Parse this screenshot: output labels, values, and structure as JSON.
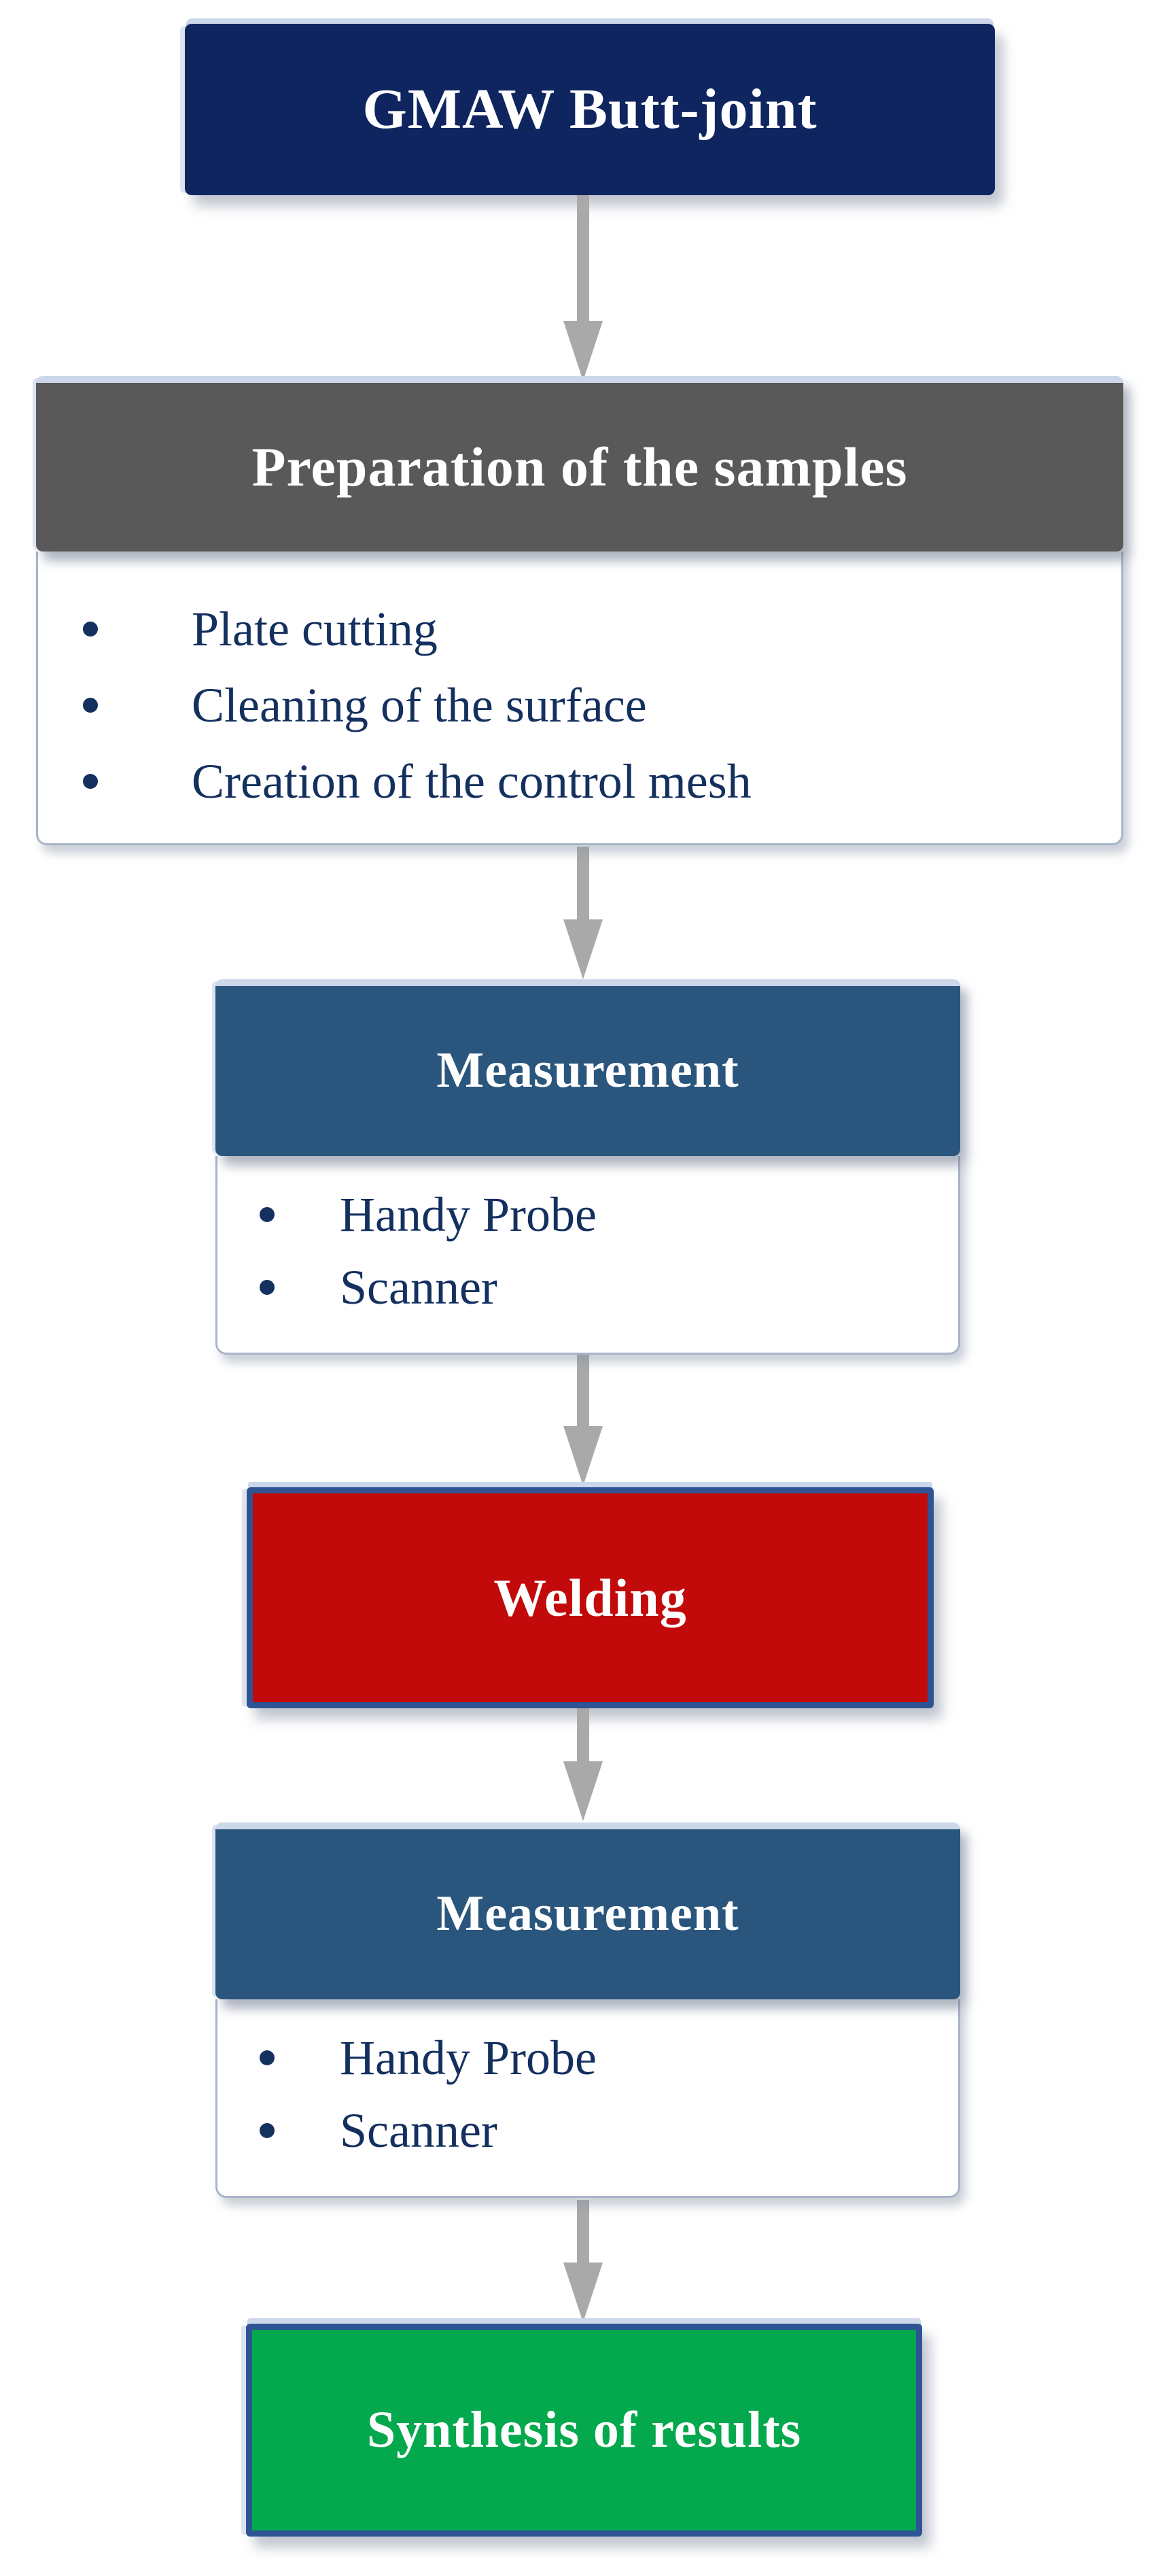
{
  "diagram": {
    "type": "flowchart",
    "direction": "top-down",
    "arrow": {
      "glyph": "down-arrow",
      "color": "#a9a9a9",
      "count": 5
    }
  },
  "nodes": [
    {
      "id": "gmaw-butt-joint",
      "kind": "box",
      "label": "GMAW Butt-joint",
      "fill": "#0f2560",
      "text_color": "#ffffff"
    },
    {
      "id": "preparation",
      "kind": "header-list",
      "header": "Preparation of the samples",
      "fill": "#595959",
      "text_color": "#ffffff",
      "items": [
        "Plate cutting",
        "Cleaning of the surface",
        "Creation of the control mesh"
      ]
    },
    {
      "id": "measurement-before-welding",
      "kind": "header-list",
      "header": "Measurement",
      "fill": "#2a567d",
      "text_color": "#ffffff",
      "items": [
        "Handy Probe",
        "Scanner"
      ]
    },
    {
      "id": "welding",
      "kind": "box",
      "label": "Welding",
      "fill": "#c20a0a",
      "border_color": "#2e5494",
      "text_color": "#ffffff"
    },
    {
      "id": "measurement-after-welding",
      "kind": "header-list",
      "header": "Measurement",
      "fill": "#2a567d",
      "text_color": "#ffffff",
      "items": [
        "Handy Probe",
        "Scanner"
      ]
    },
    {
      "id": "synthesis",
      "kind": "box",
      "label": "Synthesis of results",
      "fill": "#04a84d",
      "border_color": "#2e5494",
      "text_color": "#ffffff"
    }
  ],
  "colors": {
    "navy_box": "#0f2560",
    "gray_header": "#595959",
    "steel_blue_header": "#2a567d",
    "red_box": "#c20a0a",
    "green_box": "#04a84d",
    "node_border_navy": "#2e5494",
    "list_text": "#14305f",
    "body_border": "#a9b4c9",
    "top_highlight": "#ccd7ea",
    "arrow_gray": "#a9a9a9",
    "background": "#ffffff"
  }
}
